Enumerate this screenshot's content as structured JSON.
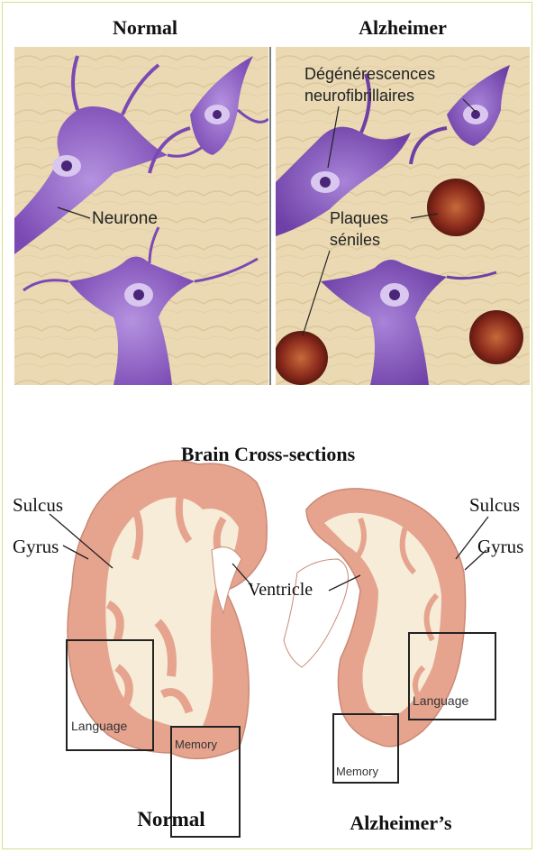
{
  "neurons": {
    "normal_title": "Normal",
    "alzheimer_title": "Alzheimer",
    "normal_label_neurone": "Neurone",
    "alz_label_tangles_line1": "Dégénérescences",
    "alz_label_tangles_line2": "neurofibrillaires",
    "alz_label_plaques_line1": "Plaques",
    "alz_label_plaques_line2": "séniles"
  },
  "brain": {
    "title": "Brain Cross-sections",
    "left_sulcus": "Sulcus",
    "left_gyrus": "Gyrus",
    "right_sulcus": "Sulcus",
    "right_gyrus": "Gyrus",
    "ventricle": "Ventricle",
    "left_language": "Language",
    "left_memory": "Memory",
    "right_language": "Language",
    "right_memory": "Memory",
    "normal_caption": "Normal",
    "alzheimer_caption": "Alzheimer’s"
  },
  "colors": {
    "tissue_bg": "#ead9b3",
    "neuron": "#8a5cc2",
    "plaque": "#8a2a1c",
    "cortex": "#e6a48f",
    "white_matter": "#f6ecd8",
    "frame": "#d6e08a"
  }
}
